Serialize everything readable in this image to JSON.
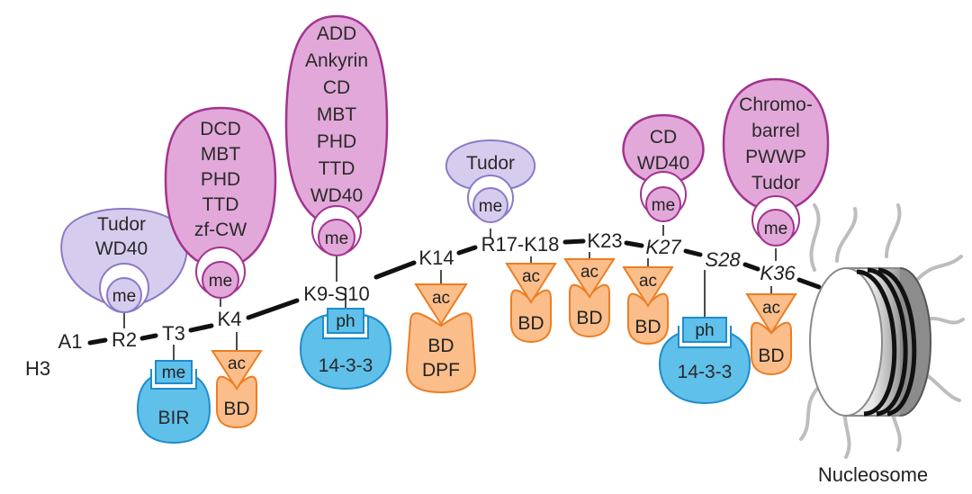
{
  "histone_label": "H3",
  "nucleosome_label": "Nucleosome",
  "residues": {
    "a1": "A1",
    "r2": "R2",
    "t3": "T3",
    "k4": "K4",
    "k9s10": "K9-S10",
    "k14": "K14",
    "r17k18": "R17-K18",
    "k23": "K23",
    "k27": "K27",
    "s28": "S28",
    "k36": "K36"
  },
  "marks": {
    "me": "me",
    "ac": "ac",
    "ph": "ph"
  },
  "readers": {
    "r2": [
      "Tudor",
      "WD40"
    ],
    "k4": [
      "DCD",
      "MBT",
      "PHD",
      "TTD",
      "zf-CW"
    ],
    "k9": [
      "ADD",
      "Ankyrin",
      "CD",
      "MBT",
      "PHD",
      "TTD",
      "WD40"
    ],
    "r17": [
      "Tudor"
    ],
    "k27": [
      "CD",
      "WD40"
    ],
    "k36": [
      "Chromo-",
      "barrel",
      "PWWP",
      "Tudor"
    ],
    "t3": "BIR",
    "s10": "14-3-3",
    "s28": "14-3-3",
    "bd": "BD",
    "k14": [
      "BD",
      "DPF"
    ]
  },
  "colors": {
    "pink_fill": "#e2a8d9",
    "pink_stroke": "#a2338f",
    "purple_fill": "#d6cdee",
    "purple_stroke": "#8c79c6",
    "orange_fill": "#fbbe8a",
    "orange_stroke": "#ec7d22",
    "blue_fill": "#5fc0ea",
    "blue_stroke": "#1f8ccc"
  }
}
